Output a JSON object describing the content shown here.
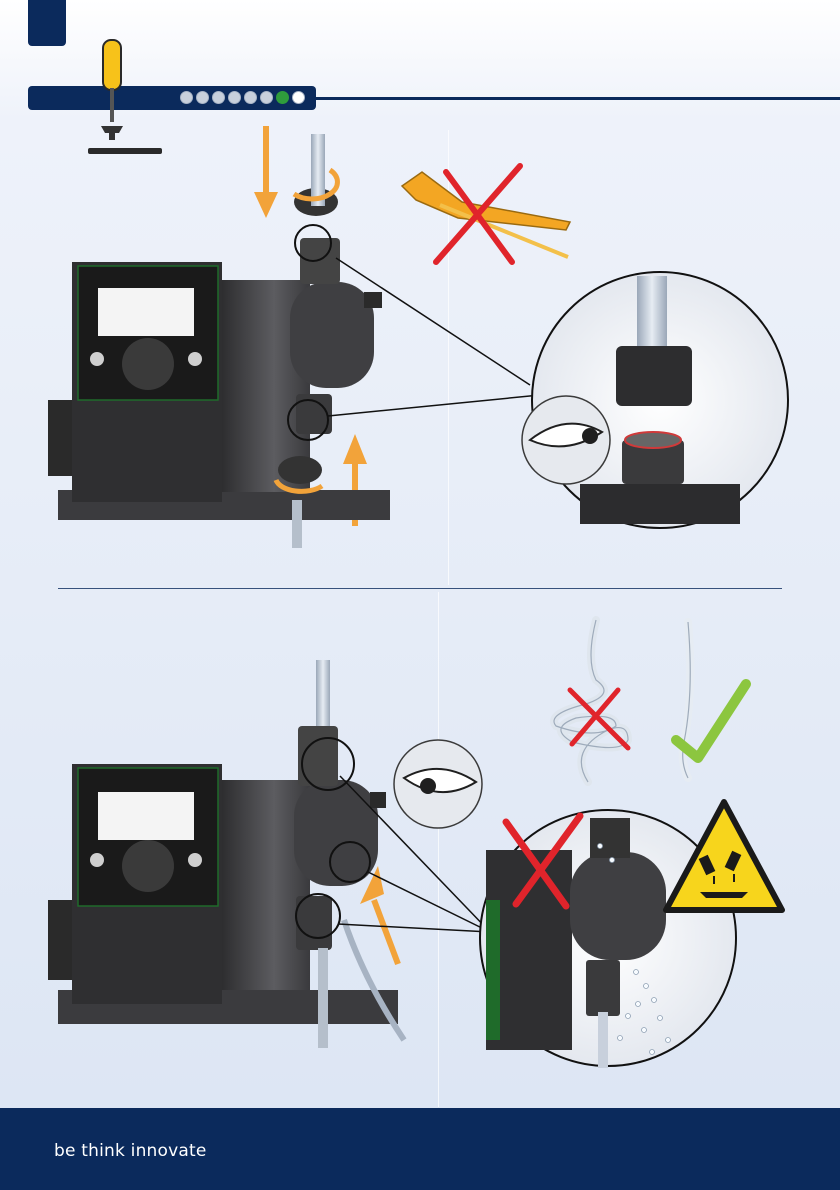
{
  "header": {
    "progress": {
      "total_steps": 8,
      "current_step": 7
    }
  },
  "footer": {
    "tagline": "be think innovate"
  },
  "colors": {
    "navy": "#0b2a5c",
    "arrow_orange": "#f2a33a",
    "cross_red": "#e0242b",
    "check_green": "#8cc63f",
    "step_active": "#2f9c3c"
  },
  "icons": [
    "screwdriver-icon",
    "eye-icon",
    "pipe-wrench-icon",
    "cross-icon",
    "check-icon",
    "corrosive-warning-icon"
  ]
}
